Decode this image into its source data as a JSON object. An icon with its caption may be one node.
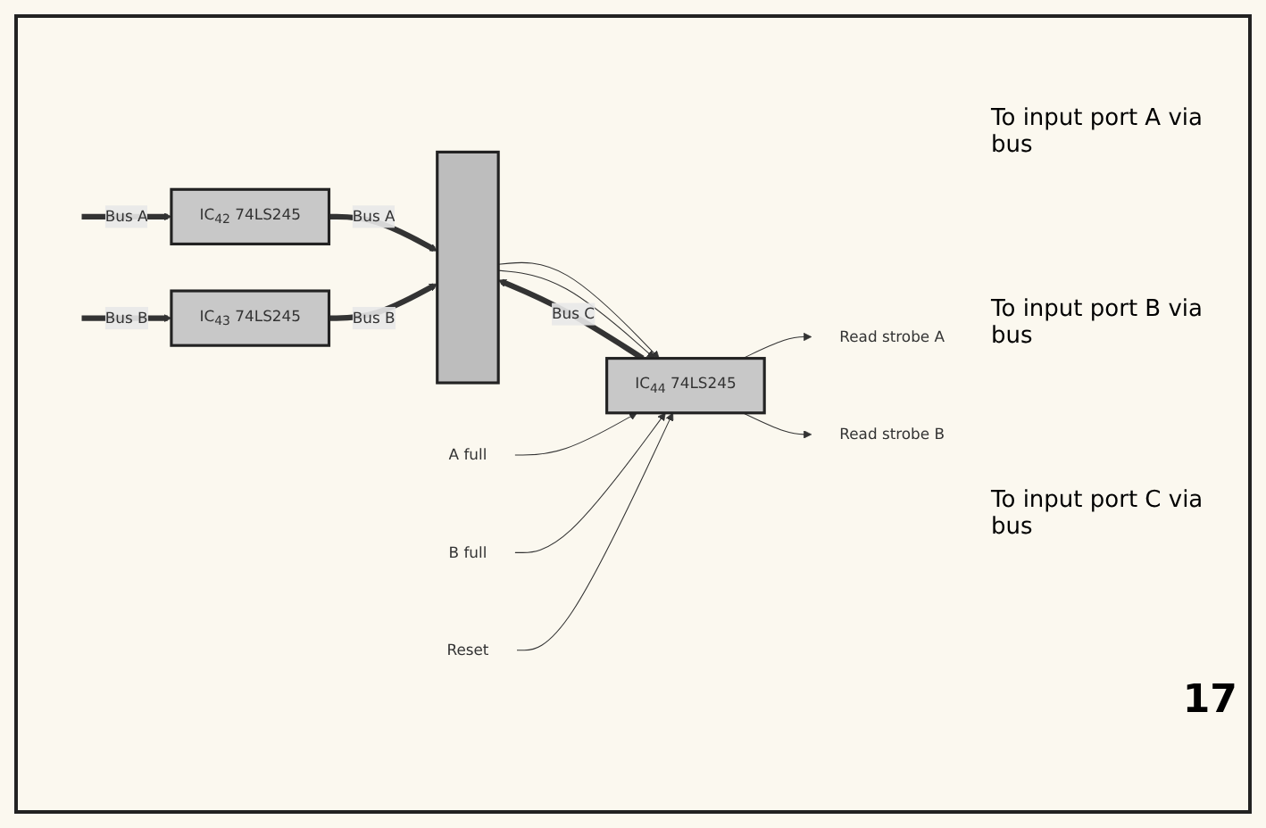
{
  "diagram": {
    "nodes": [
      {
        "text": [
          "IC$_{42}$ 74LS245"
        ]
      },
      {
        "text": [
          "IC$_{43}$ 74LS245"
        ]
      },
      {
        "text": [
          "IC$_{44}$ 74LS245"
        ]
      },
      {
        "text": [],
        "shape": "bar"
      },
      {
        "text": [
          "A full"
        ]
      },
      {
        "text": [
          "B full"
        ]
      },
      {
        "text": [
          "Reset"
        ]
      },
      {
        "text": [
          "Read strobe A"
        ]
      },
      {
        "text": [
          "Read strobe B"
        ]
      }
    ],
    "edges": [
      {
        "from": null,
        "to": 0,
        "arrow": "to",
        "label": "Bus A",
        "style": "thick"
      },
      {
        "from": 0,
        "to": 3,
        "arrow": "to",
        "label": "Bus A",
        "style": "thick"
      },
      {
        "from": null,
        "to": 1,
        "arrow": "to",
        "label": "Bus B",
        "style": "thick"
      },
      {
        "from": 1,
        "to": 3,
        "arrow": "to",
        "label": "Bus B",
        "style": "thick"
      },
      {
        "from": 2,
        "to": 3,
        "arrow": "to",
        "label": "Bus C",
        "style": "thick"
      },
      {
        "from": 3,
        "to": 2,
        "arrow": "to"
      },
      {
        "from": 3,
        "to": 2,
        "arrow": "to"
      },
      {
        "from": 4,
        "to": 2,
        "arrow": "to"
      },
      {
        "from": 5,
        "to": 2,
        "arrow": "to"
      },
      {
        "from": 6,
        "to": 2,
        "arrow": "to"
      },
      {
        "from": 2,
        "to": 7,
        "arrow": "to"
      },
      {
        "from": 2,
        "to": 8,
        "arrow": "to"
      }
    ],
    "labels": [
      "To input port A via bus",
      "To input port B via bus",
      "To input port C via bus",
      "17"
    ]
  }
}
